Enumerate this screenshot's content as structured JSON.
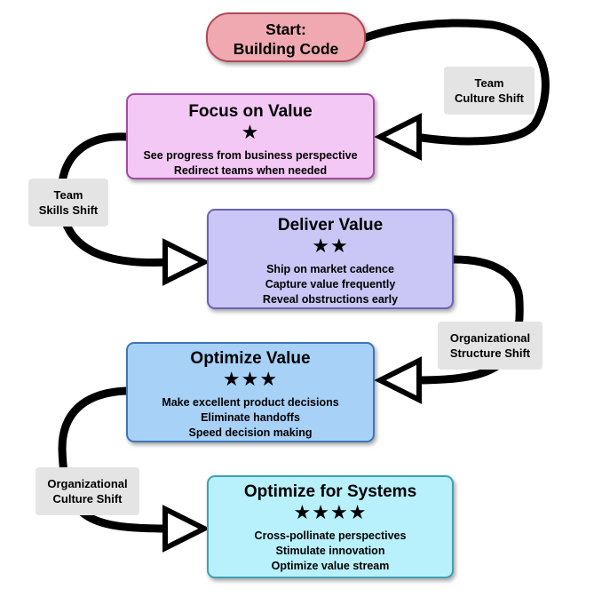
{
  "start": {
    "line1": "Start:",
    "line2": "Building Code"
  },
  "stages": [
    {
      "title": "Focus on Value",
      "stars": "★",
      "items": [
        "See progress from business perspective",
        "Redirect teams when needed"
      ]
    },
    {
      "title": "Deliver Value",
      "stars": "★★",
      "items": [
        "Ship on market cadence",
        "Capture value frequently",
        "Reveal obstructions early"
      ]
    },
    {
      "title": "Optimize Value",
      "stars": "★★★",
      "items": [
        "Make excellent product decisions",
        "Eliminate handoffs",
        "Speed decision making"
      ]
    },
    {
      "title": "Optimize for Systems",
      "stars": "★★★★",
      "items": [
        "Cross-pollinate perspectives",
        "Stimulate innovation",
        "Optimize value stream"
      ]
    }
  ],
  "shifts": [
    {
      "line1": "Team",
      "line2": "Culture Shift"
    },
    {
      "line1": "Team",
      "line2": "Skills Shift"
    },
    {
      "line1": "Organizational",
      "line2": "Structure Shift"
    },
    {
      "line1": "Organizational",
      "line2": "Culture Shift"
    }
  ],
  "colors": {
    "start_fill": "#f0a9b1",
    "focus_fill": "#f4c8f5",
    "deliver_fill": "#cac7f6",
    "optimize_fill": "#a7d1f7",
    "systems_fill": "#b8f0fb",
    "shift_label_fill": "#e4e4e4",
    "connector": "#000000"
  }
}
